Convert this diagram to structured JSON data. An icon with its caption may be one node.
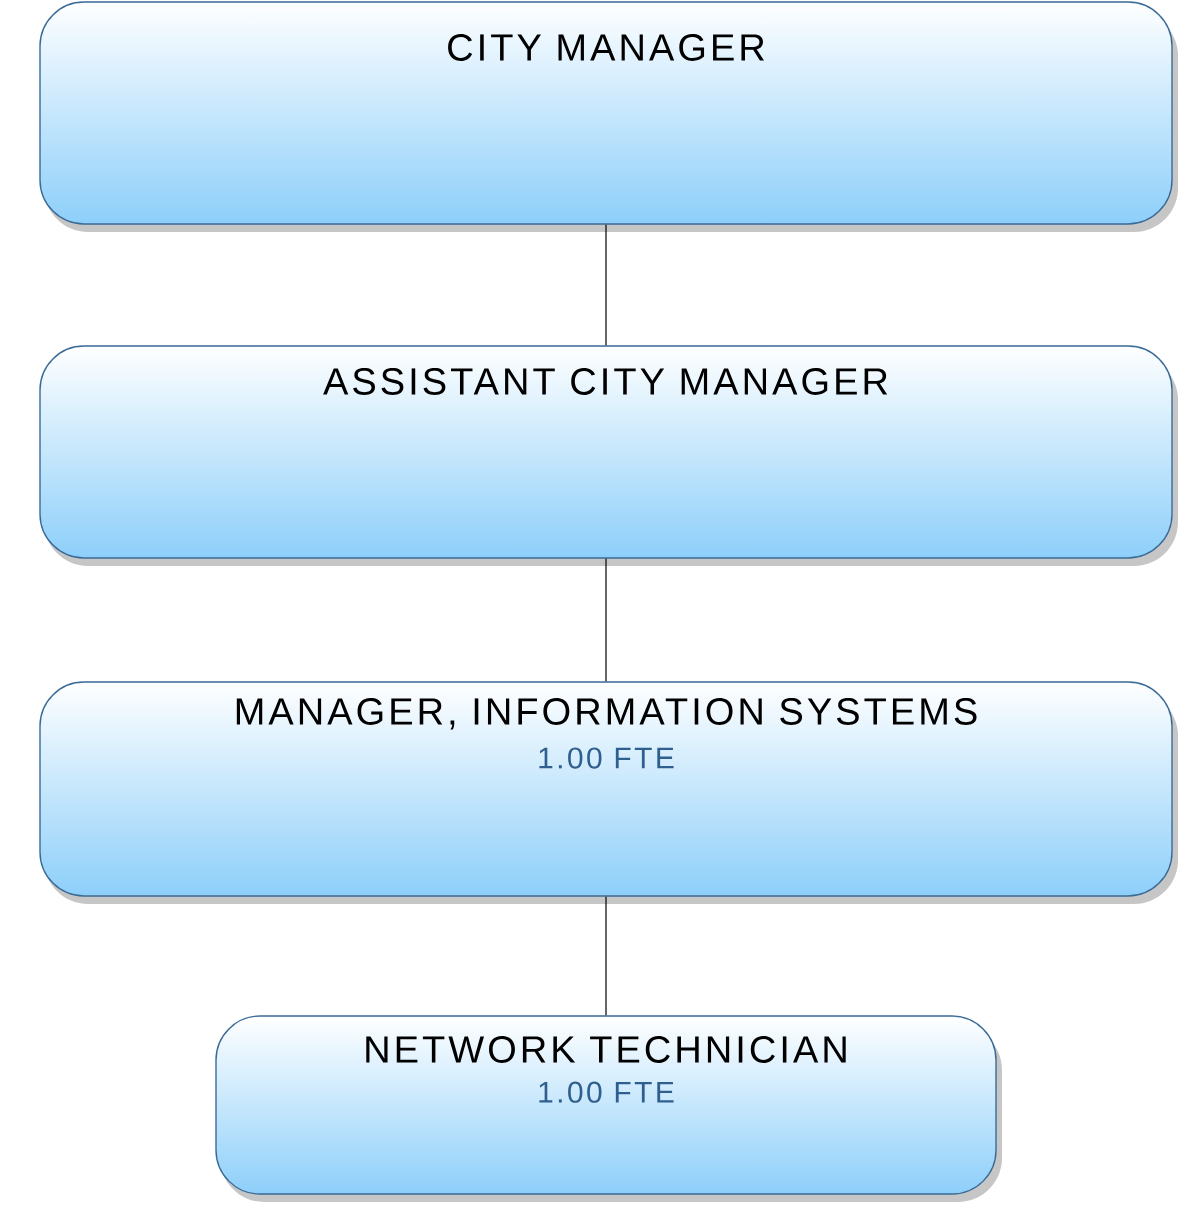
{
  "diagram": {
    "nodes": [
      {
        "text": [
          "CITY MANAGER"
        ]
      },
      {
        "text": [
          "ASSISTANT CITY MANAGER"
        ]
      },
      {
        "text": [
          "MANAGER, INFORMATION SYSTEMS",
          "1.00 FTE"
        ]
      },
      {
        "text": [
          "NETWORK TECHNICIAN",
          "1.00 FTE"
        ]
      }
    ],
    "edges": [
      {
        "from": 0,
        "to": 1,
        "arrow": "none"
      },
      {
        "from": 1,
        "to": 2,
        "arrow": "none"
      },
      {
        "from": 2,
        "to": 3,
        "arrow": "none"
      }
    ]
  }
}
